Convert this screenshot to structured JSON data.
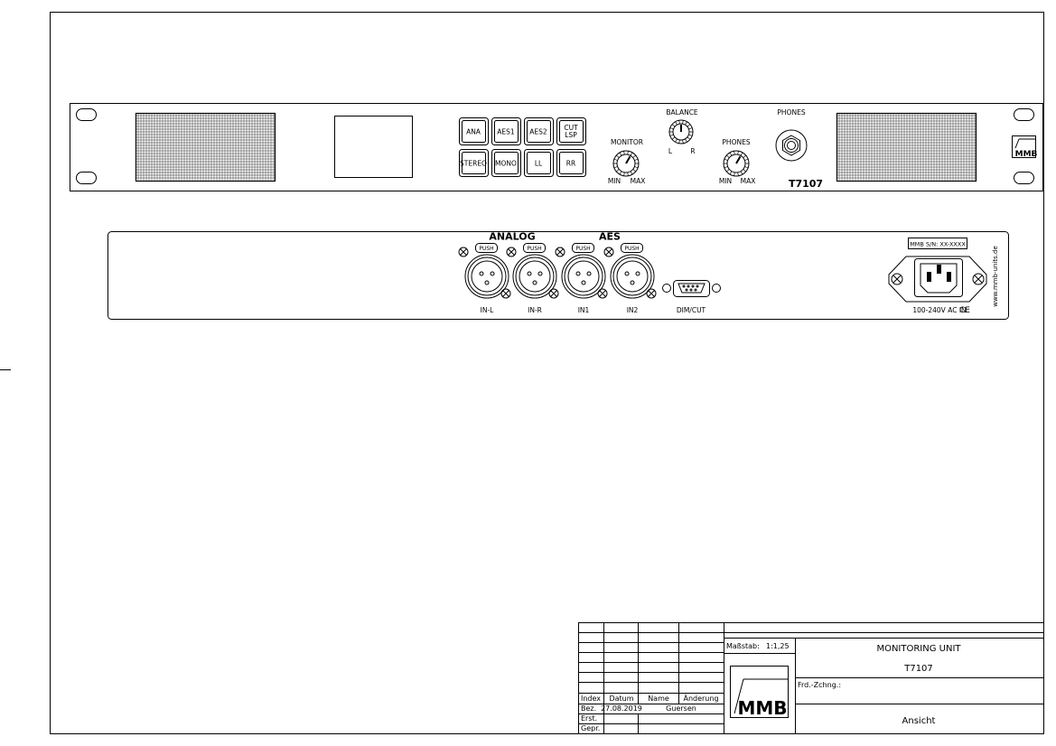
{
  "front": {
    "buttons": [
      "ANA",
      "AES1",
      "AES2",
      "CUT LSP",
      "STEREO",
      "MONO",
      "LL",
      "RR"
    ],
    "balance_label": "BALANCE",
    "balance_l": "L",
    "balance_r": "R",
    "monitor_label": "MONITOR",
    "min_label": "MIN",
    "max_label": "MAX",
    "phones_label": "PHONES",
    "phones_jack_label": "PHONES",
    "model": "T7107",
    "logo": "MMB"
  },
  "rear": {
    "analog_label": "ANALOG",
    "aes_label": "AES",
    "push_label": "PUSH",
    "inputs": [
      "IN-L",
      "IN-R",
      "IN1",
      "IN2"
    ],
    "dimcut_label": "DIM/CUT",
    "serial_label": "MMB S/N: XX-XXXX",
    "power_label": "100-240V  AC IN",
    "ce_mark": "CE",
    "url": "www.mmb-units.de"
  },
  "titleblock": {
    "scale_label": "Maßstab:",
    "scale_value": "1:1,25",
    "title": "MONITORING UNIT",
    "model": "T7107",
    "frd_label": "Frd.-Zchng.:",
    "view_name": "Ansicht",
    "logo": "MMB",
    "col_index": "Index",
    "col_datum": "Datum",
    "col_name": "Name",
    "col_aenderung": "Änderung",
    "row_bez": "Bez.",
    "row_erst": "Erst.",
    "row_gepr": "Gepr.",
    "date_value": "27.08.2019",
    "name_value": "Guersen"
  }
}
